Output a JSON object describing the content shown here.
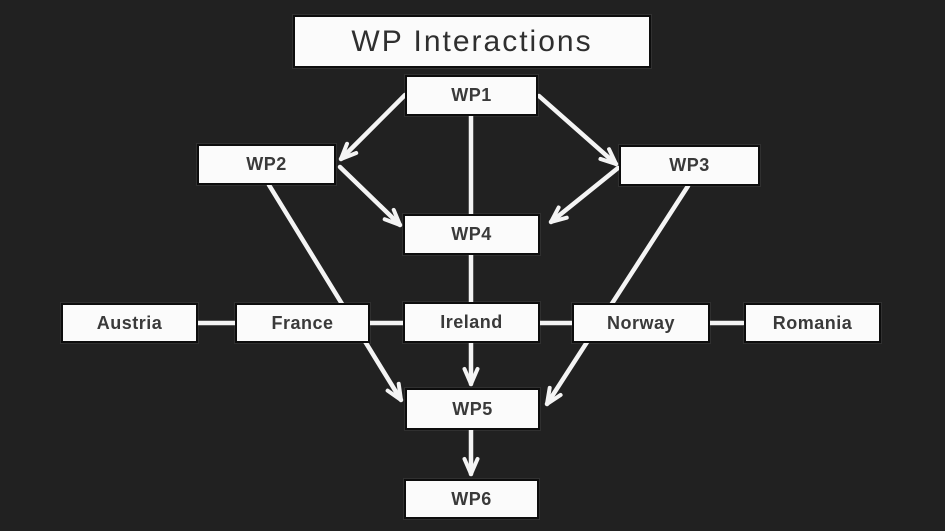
{
  "title": "WP Interactions",
  "colors": {
    "background": "#212121",
    "box_fill": "#fbfbfb",
    "box_border": "#0d0d0d",
    "box_text": "#3a3a3a",
    "line": "#f4f4f4"
  },
  "diagram": {
    "nodes": [
      {
        "id": "wp1",
        "label": "WP1"
      },
      {
        "id": "wp2",
        "label": "WP2"
      },
      {
        "id": "wp3",
        "label": "WP3"
      },
      {
        "id": "wp4",
        "label": "WP4"
      },
      {
        "id": "austria",
        "label": "Austria"
      },
      {
        "id": "france",
        "label": "France"
      },
      {
        "id": "ireland",
        "label": "Ireland"
      },
      {
        "id": "norway",
        "label": "Norway"
      },
      {
        "id": "romania",
        "label": "Romania"
      },
      {
        "id": "wp5",
        "label": "WP5"
      },
      {
        "id": "wp6",
        "label": "WP6"
      }
    ],
    "edges": [
      {
        "from": "wp1",
        "to": "wp2",
        "arrow": true
      },
      {
        "from": "wp1",
        "to": "wp3",
        "arrow": true
      },
      {
        "from": "wp2",
        "to": "wp4",
        "arrow": true
      },
      {
        "from": "wp3",
        "to": "wp4",
        "arrow": true
      },
      {
        "from": "wp1",
        "to": "wp5",
        "arrow": true,
        "via": [
          "wp4",
          "ireland"
        ]
      },
      {
        "from": "wp2",
        "to": "wp5",
        "arrow": true,
        "via": [
          "france"
        ]
      },
      {
        "from": "wp3",
        "to": "wp5",
        "arrow": true,
        "via": [
          "norway"
        ]
      },
      {
        "from": "wp5",
        "to": "wp6",
        "arrow": true
      },
      {
        "from": "austria",
        "to": "france",
        "arrow": false
      },
      {
        "from": "france",
        "to": "ireland",
        "arrow": false
      },
      {
        "from": "ireland",
        "to": "norway",
        "arrow": false
      },
      {
        "from": "norway",
        "to": "romania",
        "arrow": false
      }
    ]
  }
}
